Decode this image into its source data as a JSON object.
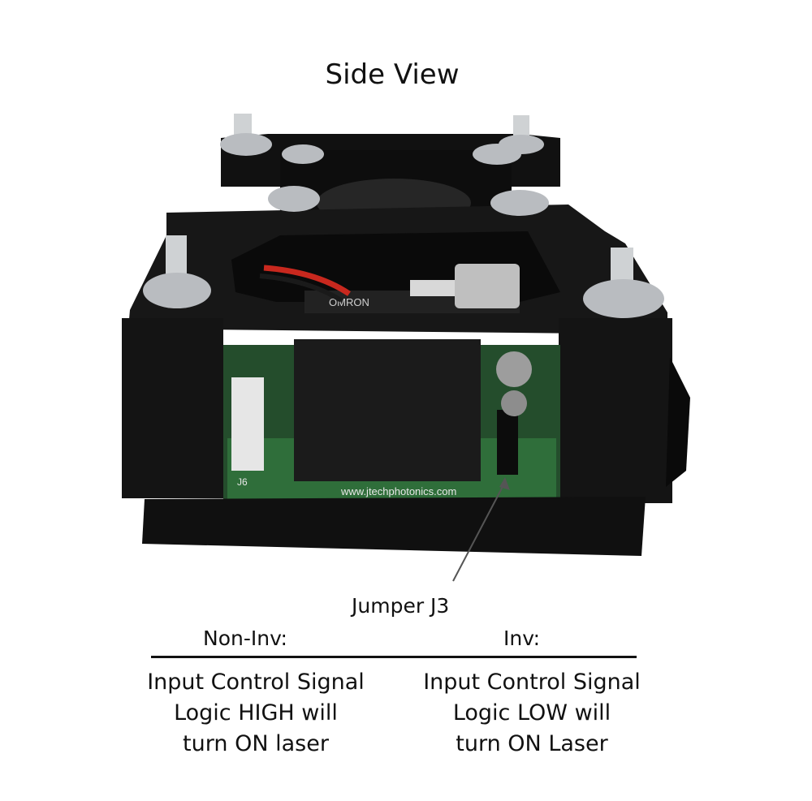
{
  "title": "Side View",
  "callout": {
    "label": "Jumper J3"
  },
  "pcb": {
    "silkscreen": "www.jtechphotonics.com",
    "connector": "J6"
  },
  "relay": {
    "brand": "OMRON"
  },
  "columns": [
    {
      "heading": "Non-Inv:",
      "lines": [
        "Input Control Signal",
        "Logic HIGH will",
        "turn ON laser"
      ]
    },
    {
      "heading": "Inv:",
      "lines": [
        "Input Control Signal",
        "Logic LOW will",
        "turn ON Laser"
      ]
    }
  ],
  "colors": {
    "enclosure": "#1a1a1a",
    "pcb": "#2f6e3a",
    "wire_red": "#c8281e",
    "nut": "#b9bcc0",
    "text": "#111111"
  }
}
